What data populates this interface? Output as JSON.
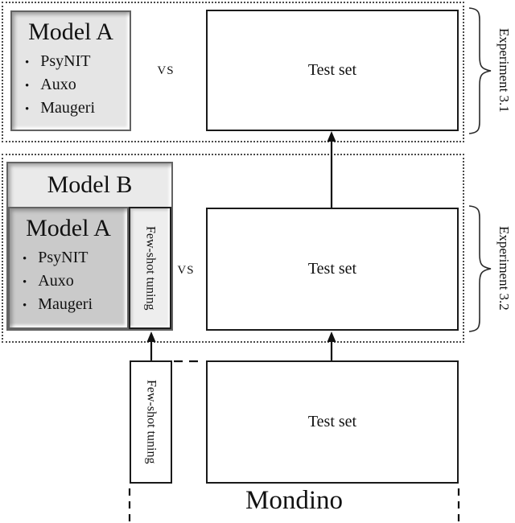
{
  "experiment1": {
    "label": "Experiment 3.1",
    "vs_label": "vs",
    "test_set_label": "Test set",
    "model_a": {
      "title": "Model A",
      "items": [
        "PsyNIT",
        "Auxo",
        "Maugeri"
      ]
    }
  },
  "experiment2": {
    "label": "Experiment 3.2",
    "vs_label": "vs",
    "test_set_label": "Test set",
    "model_b": {
      "title": "Model B",
      "few_shot_label": "Few-shot tuning",
      "model_a": {
        "title": "Model A",
        "items": [
          "PsyNIT",
          "Auxo",
          "Maugeri"
        ]
      }
    }
  },
  "mondino": {
    "label": "Mondino",
    "few_shot_label": "Few-shot tuning",
    "test_set_label": "Test set"
  },
  "colors": {
    "model_a_top_fill": "#e5e5e5",
    "model_b_fill": "#eaeaea",
    "model_a_inner_fill": "#cacaca",
    "few_shot_strip_fill": "#eeeeee",
    "box_border": "#1a1a1a",
    "bevel_border": "#636363",
    "dotted_border": "#4a4a4a",
    "background": "#ffffff"
  }
}
